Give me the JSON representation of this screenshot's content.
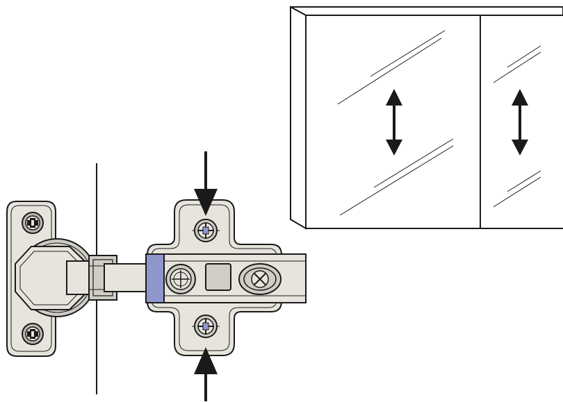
{
  "figure": {
    "subject": "concealed-cabinet-hinge-height-adjustment",
    "icons": [
      "hinge-top-view",
      "mirror-cabinet",
      "push-arrow",
      "double-arrow"
    ]
  },
  "colors": {
    "line": "#1a1a1a",
    "metal": "#e6e4dc",
    "metal_dark": "#cfcdc4",
    "metal_shadow": "#b9b7ae",
    "accent_blue": "#8e96cc",
    "glass": "#ffffff",
    "background": "#ffffff"
  }
}
